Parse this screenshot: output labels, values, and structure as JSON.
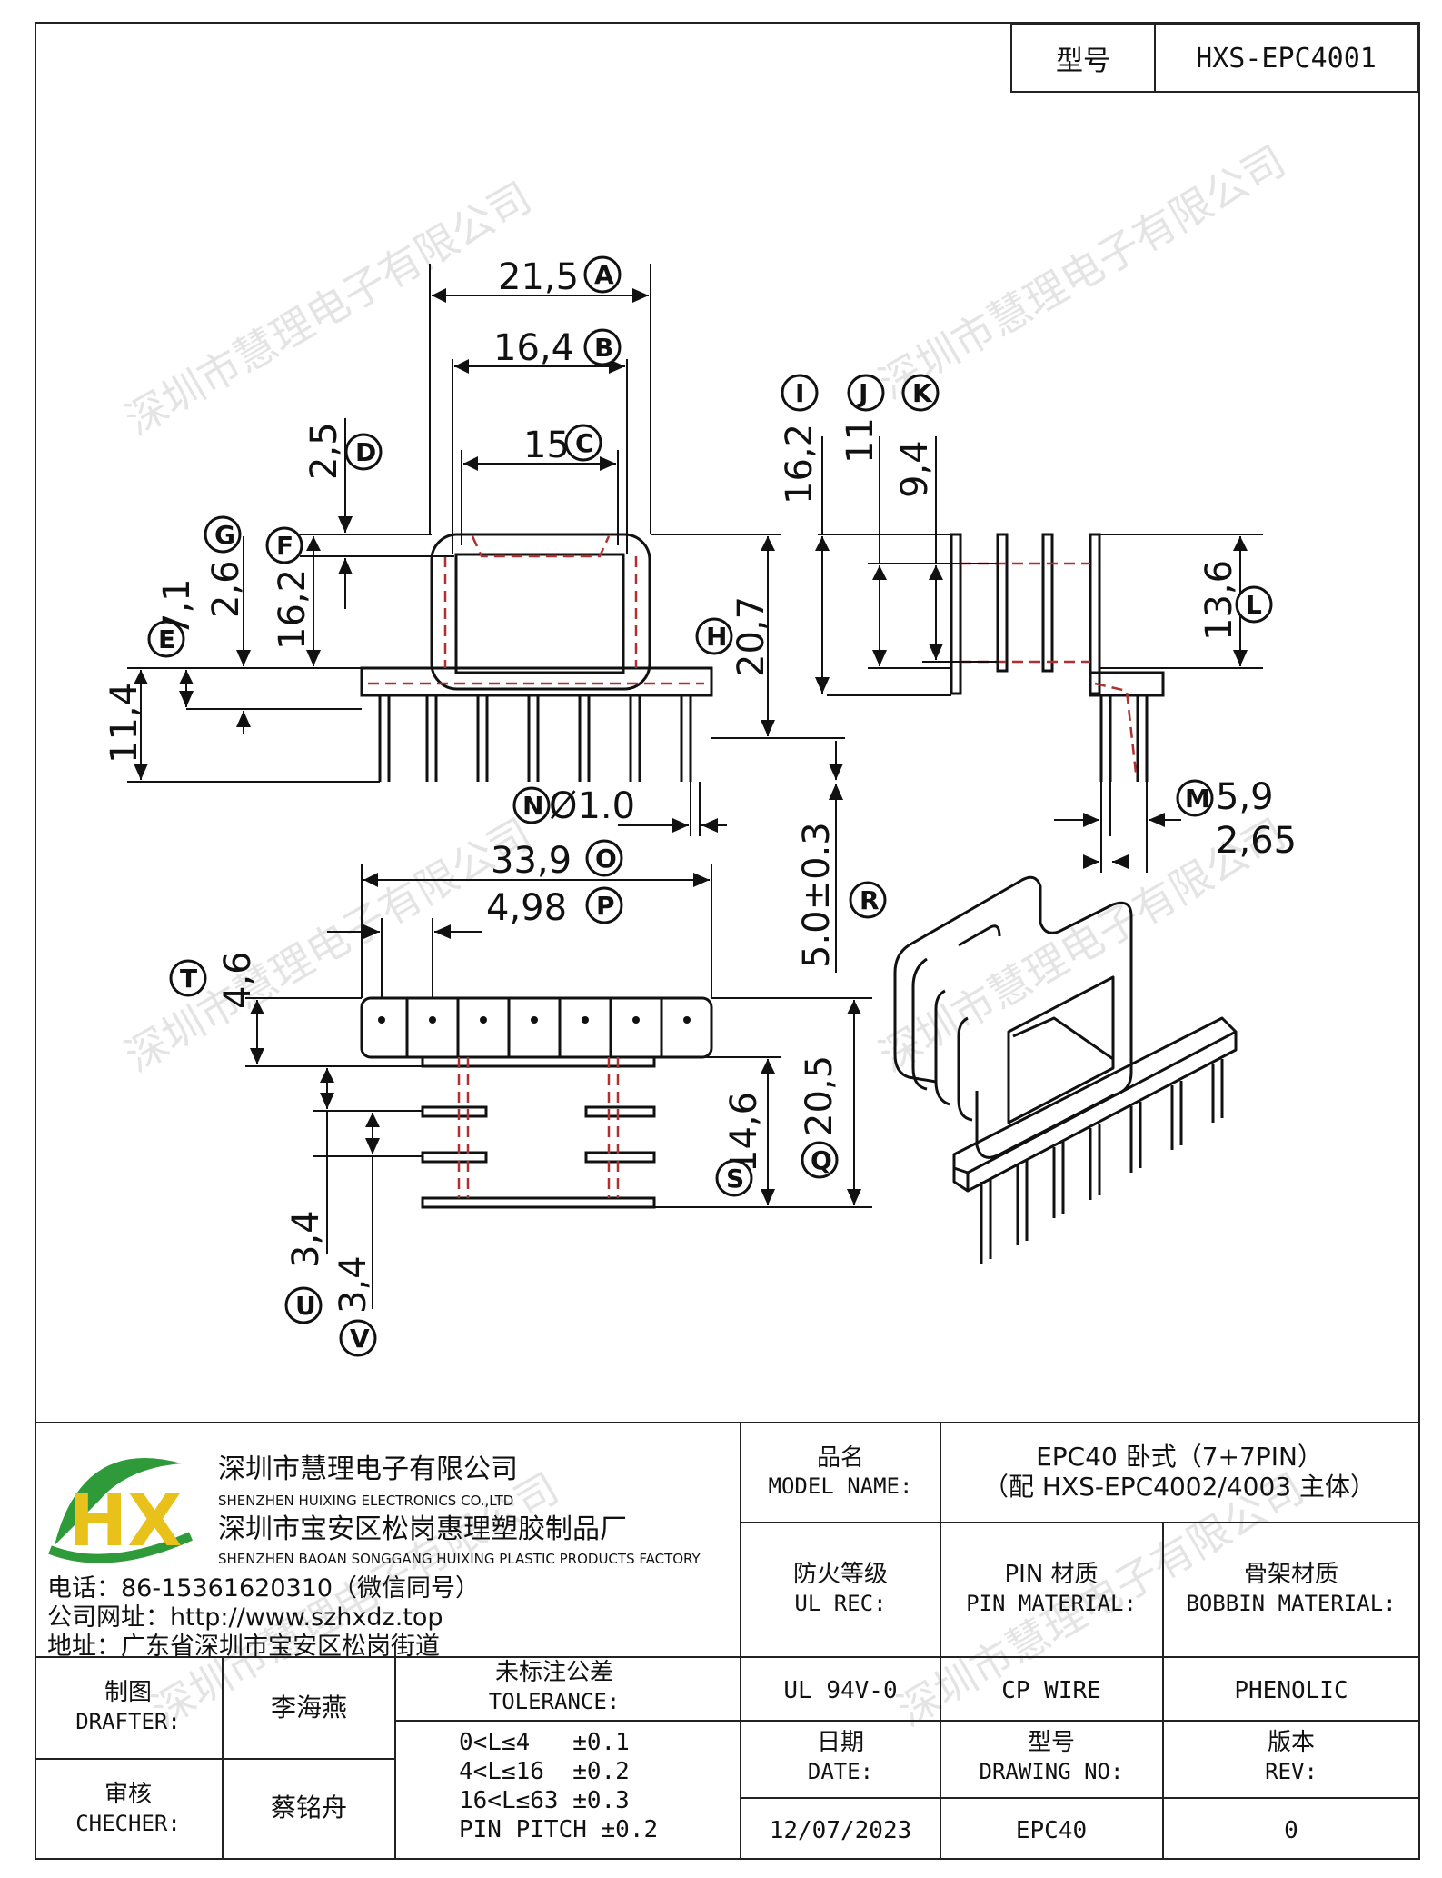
{
  "header": {
    "model_label": "型号",
    "model_value": "HXS-EPC4001"
  },
  "watermark": "深圳市慧理电子有限公司",
  "dims": {
    "a": "21,5",
    "b": "16,4",
    "c": "15",
    "d": "2,5",
    "e": "7,1",
    "f": "16,2",
    "g": "2,6",
    "h": "20,7",
    "i": "16,2",
    "j": "11",
    "k": "9,4",
    "l": "13,6",
    "m": "5,9",
    "m2": "2,65",
    "n": "Ø1.0",
    "o": "33,9",
    "p": "4,98",
    "q": "20,5",
    "r": "5.0±0.3",
    "s": "14,6",
    "t": "4,6",
    "u": "3,4",
    "v": "3,4",
    "e_side": "11,4"
  },
  "letters": [
    "A",
    "B",
    "C",
    "D",
    "E",
    "F",
    "G",
    "H",
    "I",
    "J",
    "K",
    "L",
    "M",
    "N",
    "O",
    "P",
    "Q",
    "R",
    "S",
    "T",
    "U",
    "V"
  ],
  "company": {
    "name": "深圳市慧理电子有限公司",
    "name_en": "SHENZHEN HUIXING ELECTRONICS CO.,LTD",
    "factory": "深圳市宝安区松岗惠理塑胶制品厂",
    "factory_en": "SHENZHEN BAOAN SONGGANG HUIXING PLASTIC PRODUCTS FACTORY",
    "phone": "电话：86-15361620310（微信同号）",
    "web": "公司网址：http://www.szhxdz.top",
    "address": "地址：广东省深圳市宝安区松岗街道",
    "logo_text": "HX"
  },
  "title_block": {
    "model_name_cn": "品名",
    "model_name_en": "MODEL NAME:",
    "model_name_value1": "EPC40 卧式（7+7PIN）",
    "model_name_value2": "（配 HXS-EPC4002/4003 主体）",
    "ul_cn": "防火等级",
    "ul_en": "UL REC:",
    "pin_mat_cn": "PIN 材质",
    "pin_mat_en": "PIN MATERIAL:",
    "bobbin_mat_cn": "骨架材质",
    "bobbin_mat_en": "BOBBIN MATERIAL:",
    "ul_value": "UL 94V-0",
    "pin_value": "CP WIRE",
    "bobbin_value": "PHENOLIC",
    "drafter_cn": "制图",
    "drafter_en": "DRAFTER:",
    "drafter_name": "李海燕",
    "checker_cn": "审核",
    "checker_en": "CHECHER:",
    "checker_name": "蔡铭舟",
    "tol_cn": "未标注公差",
    "tol_en": "TOLERANCE:",
    "tol_lines": [
      "0<L≤4   ±0.1",
      "4<L≤16  ±0.2",
      "16<L≤63 ±0.3",
      "PIN PITCH ±0.2"
    ],
    "date_cn": "日期",
    "date_en": "DATE:",
    "date_value": "12/07/2023",
    "dwg_cn": "型号",
    "dwg_en": "DRAWING NO:",
    "dwg_value": "EPC40",
    "rev_cn": "版本",
    "rev_en": "REV:",
    "rev_value": "0"
  },
  "colors": {
    "line": "#111111",
    "hidden": "#b03030",
    "logo_green": "#2f9a3a",
    "logo_yellow": "#e8c21a"
  }
}
